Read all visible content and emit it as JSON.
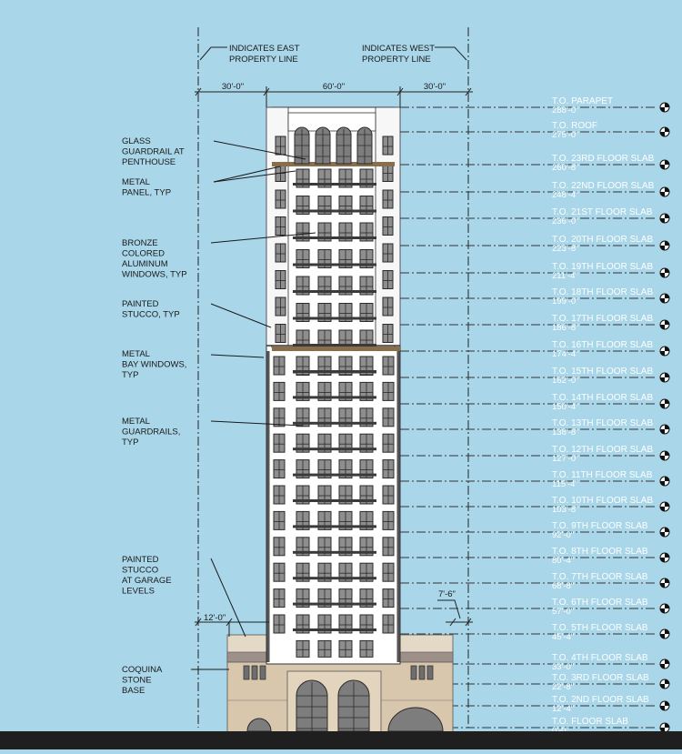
{
  "property_lines": {
    "east": [
      "INDICATES EAST",
      "PROPERTY LINE"
    ],
    "west": [
      "INDICATES WEST",
      "PROPERTY LINE"
    ]
  },
  "dimensions": {
    "left_setback": "30'-0\"",
    "tower_width": "60'-0\"",
    "right_setback": "30'-0\"",
    "podium_left": "12'-0\"",
    "podium_right": "7'-6\""
  },
  "callouts": [
    {
      "id": "glass-guardrail",
      "lines": [
        "GLASS",
        "GUARDRAIL AT",
        "PENTHOUSE"
      ]
    },
    {
      "id": "metal-panel",
      "lines": [
        "METAL",
        "PANEL, TYP"
      ]
    },
    {
      "id": "bronze-windows",
      "lines": [
        "BRONZE",
        "COLORED",
        "ALUMINUM",
        "WINDOWS, TYP"
      ]
    },
    {
      "id": "painted-stucco",
      "lines": [
        "PAINTED",
        "STUCCO, TYP"
      ]
    },
    {
      "id": "bay-windows",
      "lines": [
        "METAL",
        "BAY WINDOWS,",
        "TYP"
      ]
    },
    {
      "id": "metal-guardrails",
      "lines": [
        "METAL",
        "GUARDRAILS,",
        "TYP"
      ]
    },
    {
      "id": "stucco-garage",
      "lines": [
        "PAINTED",
        "STUCCO",
        "AT GARAGE",
        "LEVELS"
      ]
    },
    {
      "id": "coquina-base",
      "lines": [
        "COQUINA",
        "STONE",
        "BASE"
      ]
    }
  ],
  "levels": [
    {
      "name": "T.O. PARAPET",
      "elev": "288'-0\""
    },
    {
      "name": "T.O. ROOF",
      "elev": "275'-0\""
    },
    {
      "name": "T.O. 23RD FLOOR SLAB",
      "elev": "260'-8\""
    },
    {
      "name": "T.O. 22ND FLOOR SLAB",
      "elev": "248'-4\""
    },
    {
      "name": "T.O. 21ST FLOOR SLAB",
      "elev": "236'-0\""
    },
    {
      "name": "T.O. 20TH FLOOR SLAB",
      "elev": "223'-8\""
    },
    {
      "name": "T.O. 19TH FLOOR SLAB",
      "elev": "211'-4\""
    },
    {
      "name": "T.O. 18TH FLOOR SLAB",
      "elev": "199'-0\""
    },
    {
      "name": "T.O. 17TH FLOOR SLAB",
      "elev": "186'-8\""
    },
    {
      "name": "T.O. 16TH FLOOR SLAB",
      "elev": "174'-4\""
    },
    {
      "name": "T.O. 15TH FLOOR SLAB",
      "elev": "162'-0\""
    },
    {
      "name": "T.O. 14TH FLOOR SLAB",
      "elev": "150'-4\""
    },
    {
      "name": "T.O. 13TH FLOOR SLAB",
      "elev": "138'-8\""
    },
    {
      "name": "T.O. 12TH FLOOR SLAB",
      "elev": "127'-0\""
    },
    {
      "name": "T.O. 11TH FLOOR SLAB",
      "elev": "115'-4\""
    },
    {
      "name": "T.O. 10TH FLOOR SLAB",
      "elev": "103'-8\""
    },
    {
      "name": "T.O. 9TH FLOOR SLAB",
      "elev": "92'-0\""
    },
    {
      "name": "T.O. 8TH FLOOR SLAB",
      "elev": "80'-4\""
    },
    {
      "name": "T.O. 7TH FLOOR SLAB",
      "elev": "68'-8\""
    },
    {
      "name": "T.O. 6TH FLOOR SLAB",
      "elev": "57'-0\""
    },
    {
      "name": "T.O. 5TH FLOOR SLAB",
      "elev": "45'-4\""
    },
    {
      "name": "T.O. 4TH FLOOR SLAB",
      "elev": "33'-0\""
    },
    {
      "name": "T.O. 3RD FLOOR SLAB",
      "elev": "22'-8\""
    },
    {
      "name": "T.O. 2ND FLOOR SLAB",
      "elev": "12'-4\""
    },
    {
      "name": "T.O. FLOOR SLAB",
      "elev": "0'-0\""
    }
  ],
  "colors": {
    "sky": "#a9d6e8",
    "tower": "#ffffff",
    "window_frame": "#3a3a3a",
    "glass": "#8e8e8e",
    "bronze_band": "#8a6e4b",
    "stone": "#d8c6ad",
    "ground": "#1f1f1f",
    "text": "#1a1a1a",
    "level_text": "#ffffff"
  }
}
